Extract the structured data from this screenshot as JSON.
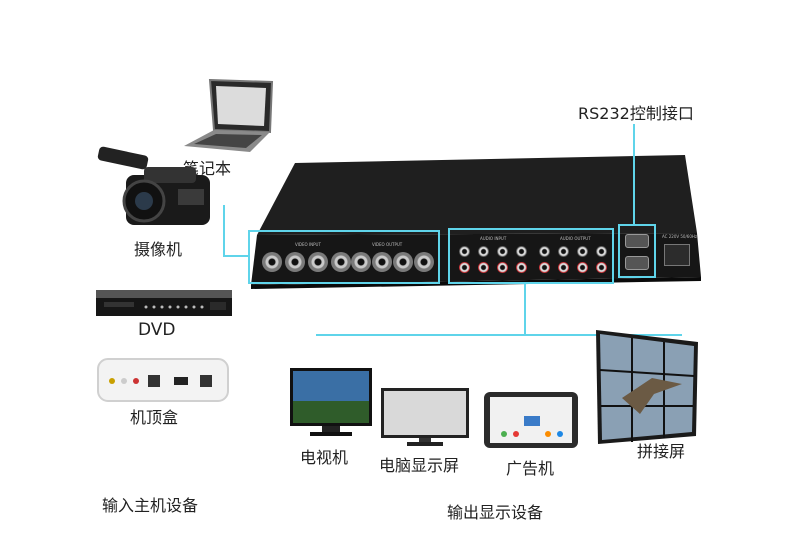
{
  "labels": {
    "laptop": "笔记本",
    "camera": "摄像机",
    "dvd": "DVD",
    "settop": "机顶盒",
    "input_devices": "输入主机设备",
    "rs232": "RS232控制接口",
    "tv": "电视机",
    "monitor": "电脑显示屏",
    "ad_machine": "广告机",
    "videowall": "拼接屏",
    "output_devices": "输出显示设备"
  },
  "panel_text": {
    "video_input": "VIDEO INPUT",
    "video_output": "VIDEO OUTPUT",
    "audio_input": "AUDIO INPUT",
    "audio_output": "AUDIO OUTPUT",
    "power": "AC 220V 50/60Hz"
  },
  "colors": {
    "accent_line": "#5fd4ea",
    "device_body": "#1c1c1c"
  }
}
